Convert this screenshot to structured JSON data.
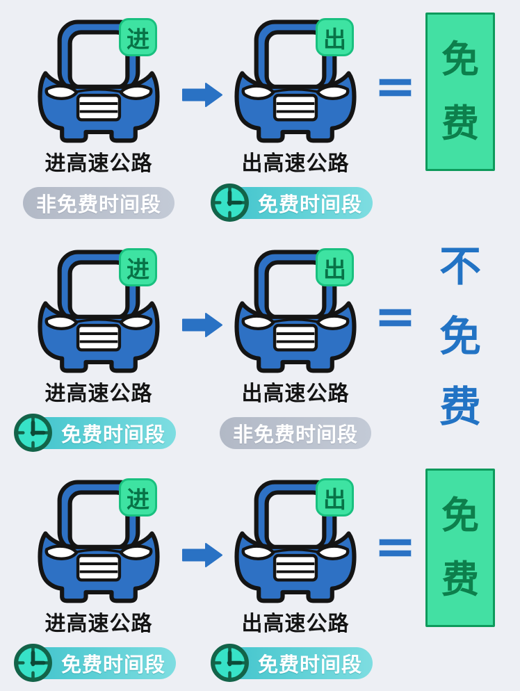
{
  "rows": [
    {
      "enter": {
        "badge": "进",
        "label": "进高速公路",
        "pill": {
          "style": "nonfree",
          "text": "非免费时间段"
        }
      },
      "exit": {
        "badge": "出",
        "label": "出高速公路",
        "pill": {
          "style": "free",
          "text": "免费时间段"
        }
      },
      "result": {
        "style": "free",
        "text": "免费",
        "chars": [
          "免",
          "费"
        ]
      }
    },
    {
      "enter": {
        "badge": "进",
        "label": "进高速公路",
        "pill": {
          "style": "free",
          "text": "免费时间段"
        }
      },
      "exit": {
        "badge": "出",
        "label": "出高速公路",
        "pill": {
          "style": "nonfree",
          "text": "非免费时间段"
        }
      },
      "result": {
        "style": "not_free",
        "text": "不免费",
        "chars": [
          "不",
          "免",
          "费"
        ]
      }
    },
    {
      "enter": {
        "badge": "进",
        "label": "进高速公路",
        "pill": {
          "style": "free",
          "text": "免费时间段"
        }
      },
      "exit": {
        "badge": "出",
        "label": "出高速公路",
        "pill": {
          "style": "free",
          "text": "免费时间段"
        }
      },
      "result": {
        "style": "free",
        "text": "免费",
        "chars": [
          "免",
          "费"
        ]
      }
    }
  ],
  "icons": {
    "car": "car-front-icon",
    "clock": "clock-icon",
    "arrow": "arrow-right-icon",
    "equals": "equals-icon"
  },
  "colors": {
    "background": "#edeff4",
    "car_blue": "#2e71c4",
    "outline_black": "#141414",
    "accent_blue": "#2a72c4",
    "badge_bg": "#3ee3a2",
    "badge_border": "#19c07f",
    "badge_text": "#087347",
    "result_free_bg": "#43e0a3",
    "result_free_border": "#0e9a5c",
    "result_free_text": "#0d7f4c",
    "result_not_free_text": "#2273c4",
    "pill_free_bg": "#4fc9cf",
    "pill_nonfree_bg": "#b8bfcb",
    "pill_text": "#ffffff",
    "label_text": "#141414",
    "clock_ring": "#136349",
    "clock_face": "#37e2c7"
  }
}
